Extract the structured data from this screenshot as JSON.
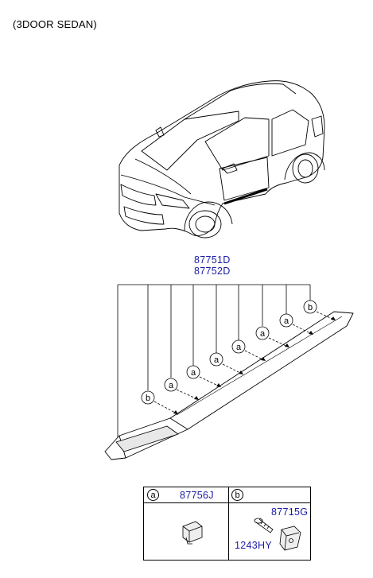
{
  "caption": "(3DOOR SEDAN)",
  "part_numbers": {
    "molding_lh": "87751D",
    "molding_rh": "87752D"
  },
  "callout_letters": {
    "a": "a",
    "b": "b"
  },
  "legend": {
    "a": {
      "letter": "a",
      "part": "87756J"
    },
    "b": {
      "letter": "b",
      "part_top": "87715G",
      "part_bottom": "1243HY"
    }
  },
  "icons": [
    "car-illustration",
    "side-sill-molding",
    "clip-icon",
    "screw-icon",
    "nut-clip-icon"
  ]
}
